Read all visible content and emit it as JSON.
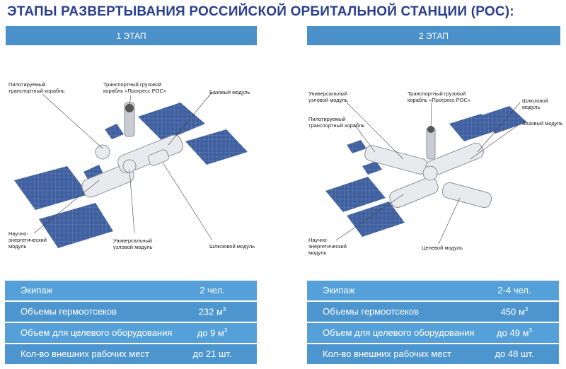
{
  "title": "ЭТАПЫ РАЗВЕРТЫВАНИЯ РОССИЙСКОЙ ОРБИТАЛЬНОЙ СТАНЦИИ (РОС):",
  "stages": [
    {
      "header": "1 ЭТАП",
      "labels": {
        "crew_ship": "Пилотируемый\nтранспортный корабль",
        "progress": "Транспортный грузовой\nкорабль «Прогресс РОС»",
        "base": "Базовый модуль",
        "science_energy": "Научно-\nэнергетический\nмодуль",
        "node": "Универсальный\nузловой модуль",
        "airlock": "Шлюзовой модуль"
      },
      "rows": [
        {
          "key": "Экипаж",
          "value": "2 чел."
        },
        {
          "key": "Объемы гермоотсеков",
          "value": "232 м",
          "sup": "3"
        },
        {
          "key": "Объем для целевого оборудования",
          "value": "до 9 м",
          "sup": "3"
        },
        {
          "key": "Кол-во внешних рабочих мест",
          "value": "до 21 шт."
        }
      ]
    },
    {
      "header": "2 ЭТАП",
      "labels": {
        "node": "Универсальный\nузловой модуль",
        "progress": "Транспортный грузовой\nкорабль «Прогресс РОС»",
        "airlock": "Шлюзовой модуль",
        "crew_ship": "Пилотируемый\nтранспортный корабль",
        "base": "Базовый модуль",
        "science_energy": "Научно-\nэнергетический\nмодуль",
        "target": "Целевой модуль"
      },
      "rows": [
        {
          "key": "Экипаж",
          "value": "2-4 чел."
        },
        {
          "key": "Объемы гермоотсеков",
          "value": "450 м",
          "sup": "3"
        },
        {
          "key": "Объем для целевого оборудования",
          "value": "до 49 м",
          "sup": "3"
        },
        {
          "key": "Кол-во внешних рабочих мест",
          "value": "до 48 шт."
        }
      ]
    }
  ],
  "colors": {
    "title": "#2a3f8f",
    "header": "#4a90c9",
    "row": "#55a0d8",
    "panel": "#3b5a9a"
  }
}
